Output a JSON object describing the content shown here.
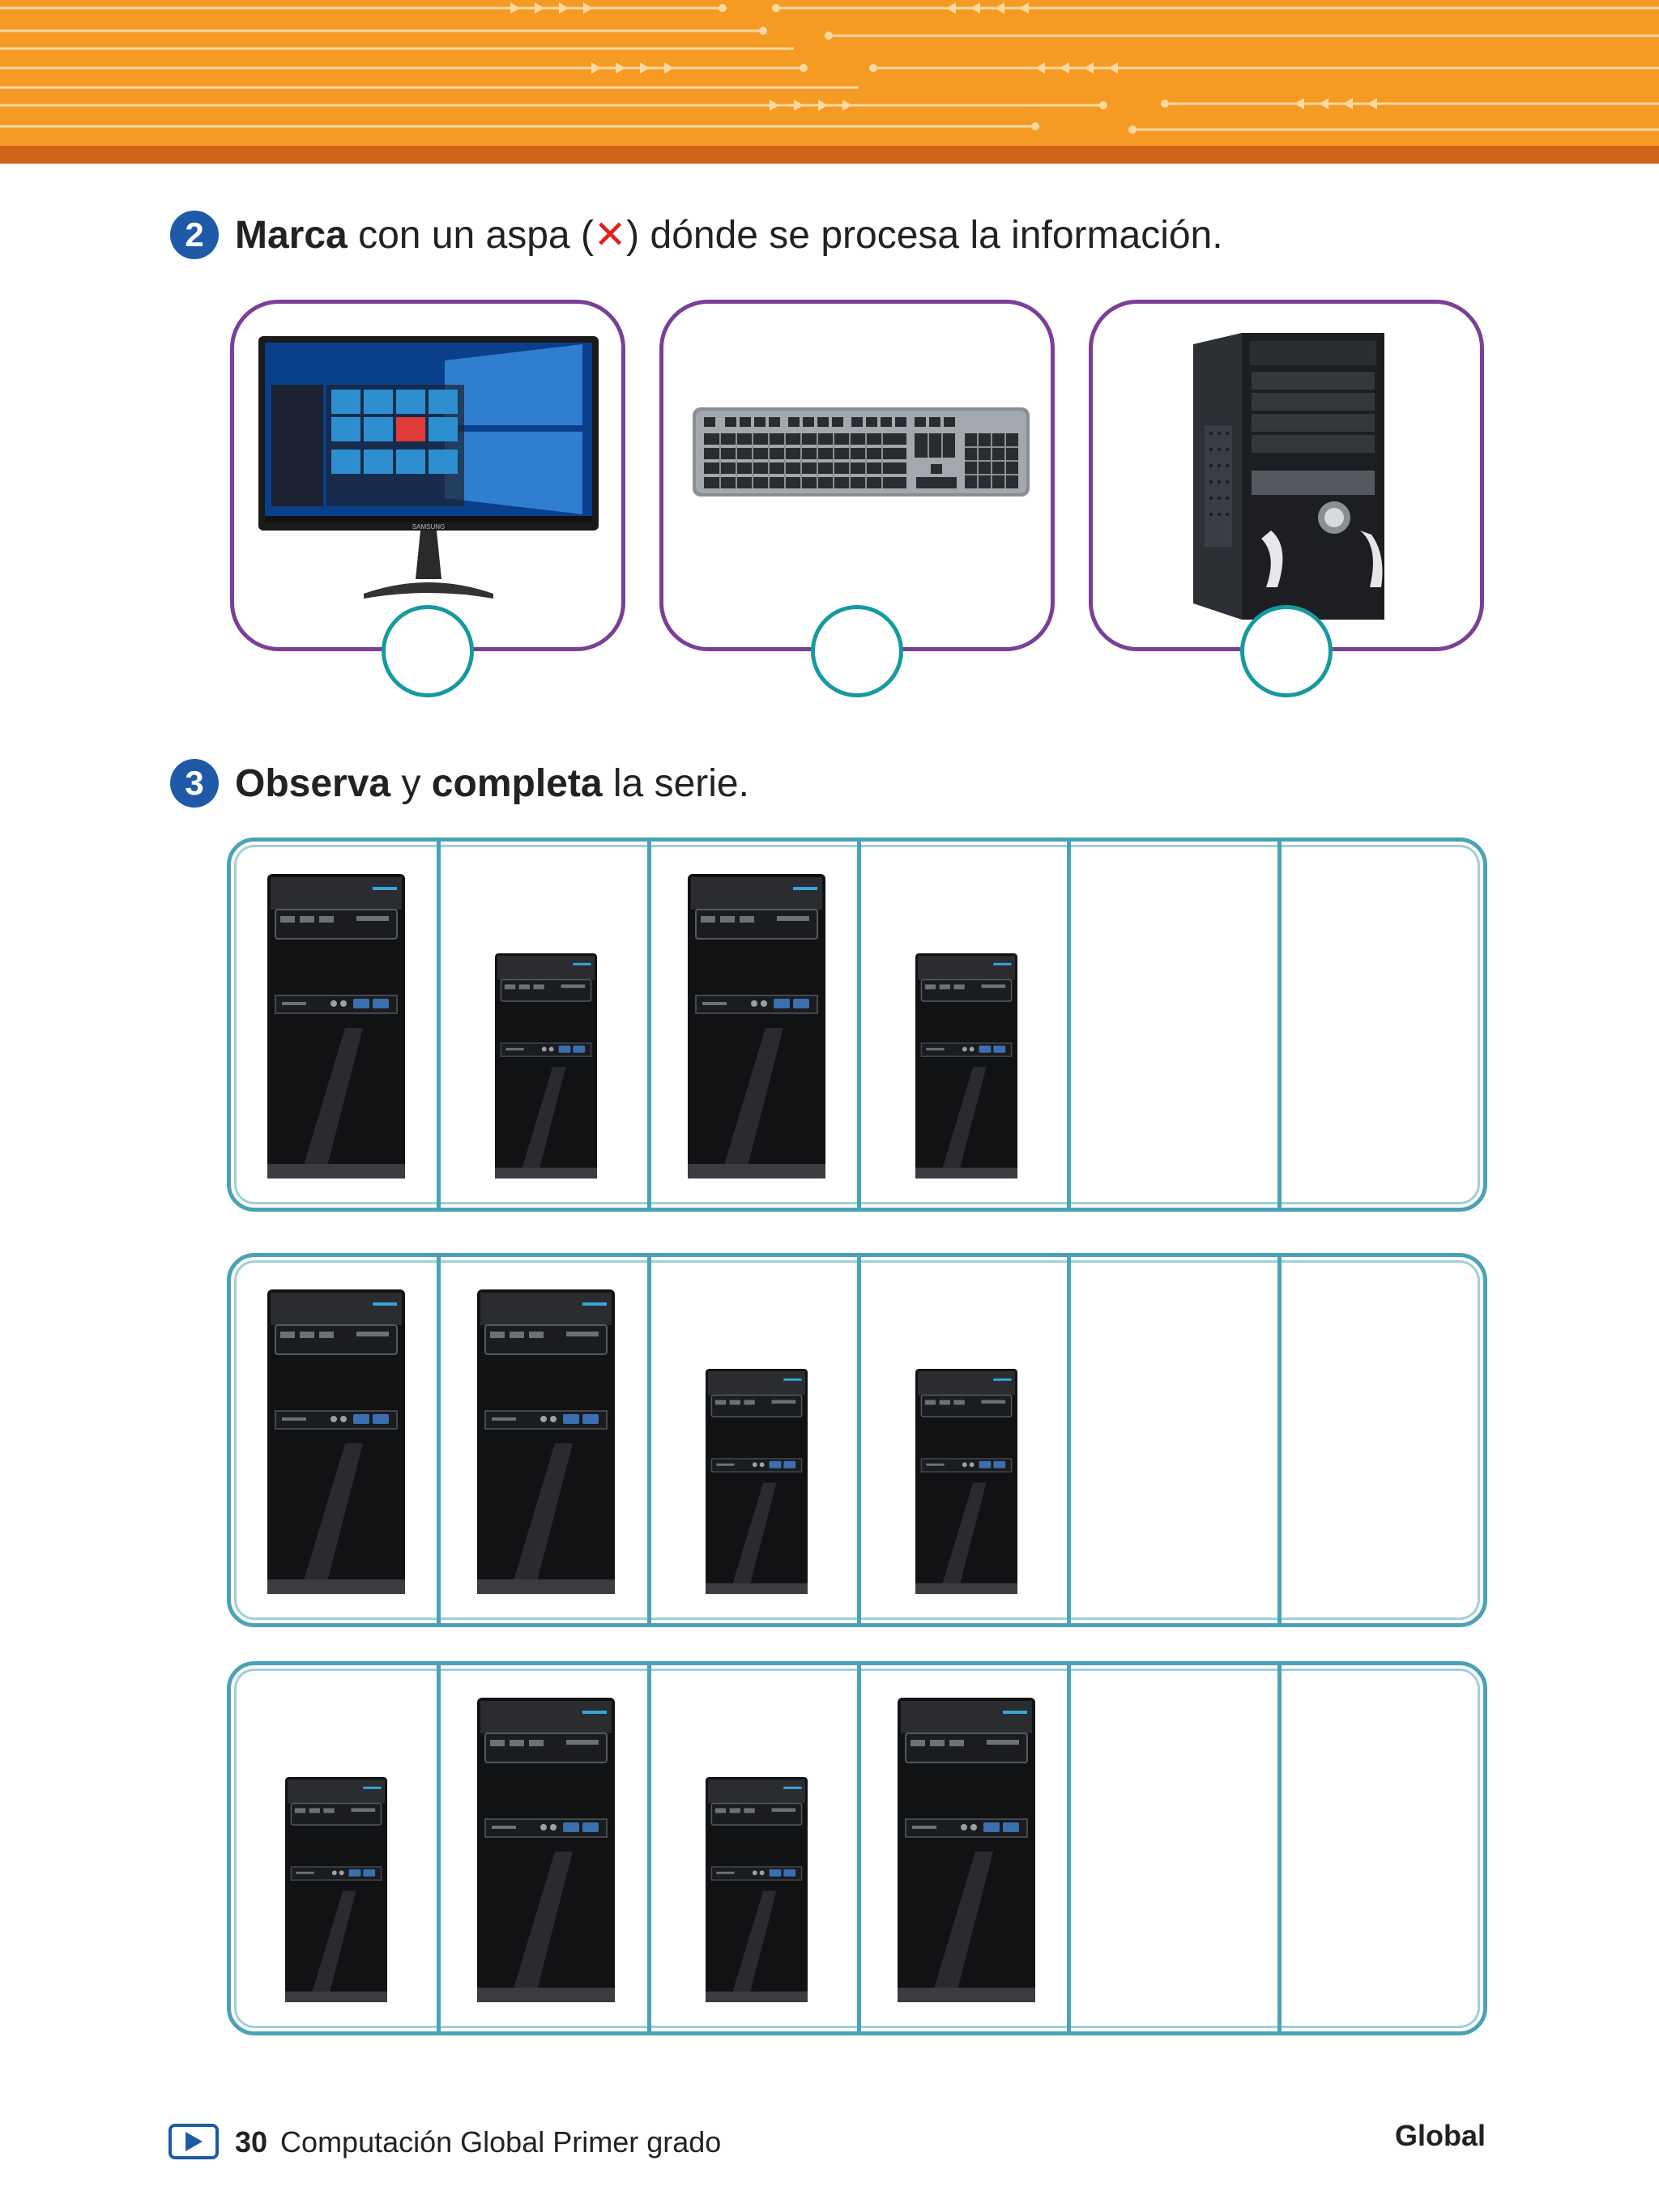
{
  "exercise2": {
    "number": "2",
    "bold": "Marca",
    "text_before": " con un aspa (",
    "mark": "✕",
    "text_after": ") dónde se procesa la información."
  },
  "devices": [
    {
      "name": "monitor",
      "brand": "SAMSUNG"
    },
    {
      "name": "keyboard"
    },
    {
      "name": "cpu-tower"
    }
  ],
  "exercise3": {
    "number": "3",
    "bold1": "Observa",
    "mid": " y ",
    "bold2": "completa",
    "text_after": " la serie."
  },
  "series": [
    {
      "cells": [
        "large",
        "small",
        "large",
        "small",
        "",
        ""
      ]
    },
    {
      "cells": [
        "large",
        "large",
        "small",
        "small",
        "",
        ""
      ]
    },
    {
      "cells": [
        "small",
        "large",
        "small",
        "large",
        "",
        ""
      ]
    }
  ],
  "footer": {
    "page": "30",
    "book": "Computación Global Primer grado",
    "brand": "Global"
  },
  "colors": {
    "banner": "#f59a23",
    "banner_bottom": "#d2631a",
    "number_badge": "#1e5aa8",
    "card_border": "#7a3f98",
    "circle_border": "#159aa0",
    "series_border": "#4aa3b5",
    "x_mark": "#e02020"
  }
}
